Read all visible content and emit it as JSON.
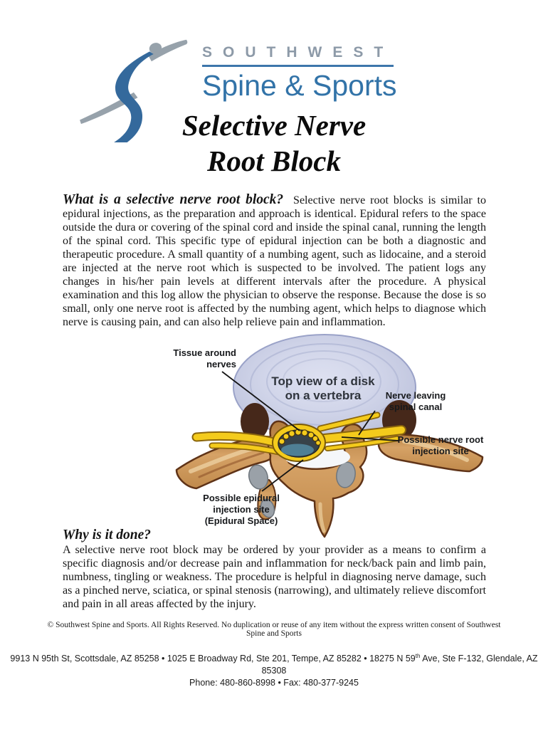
{
  "logo": {
    "brand_top": "SOUTHWEST",
    "brand_bottom": "Spine & Sports",
    "colors": {
      "figure_blue": "#34699c",
      "figure_gray": "#97a2ab",
      "brand_gray": "#8d9aa8",
      "brand_blue": "#3273a8",
      "underline_blue": "#3d76ab"
    }
  },
  "title": {
    "line1": "Selective Nerve",
    "line2": "Root Block"
  },
  "sections": [
    {
      "heading": "What is a selective nerve root block?",
      "body": "Selective nerve root blocks is similar to epidural injections, as the preparation and approach is identical.  Epidural refers to the space outside the dura or covering of the spinal cord and inside the spinal canal, running the length of the spinal cord. This specific type of epidural injection can be both a diagnostic and therapeutic procedure.  A small quantity of a numbing agent, such as lidocaine, and a steroid are injected at the nerve root which is suspected to be involved.  The patient logs any changes in his/her pain levels at different intervals after the procedure.  A physical examination and this log allow the physician to observe the response.  Because the dose is so small, only one nerve root is affected by the numbing agent, which helps to diagnose which nerve is causing pain, and can also help relieve pain and inflammation."
    },
    {
      "heading": "Why is it done?",
      "body": "A selective nerve root block may be ordered by your provider as a means to confirm a specific diagnosis and/or decrease pain and inflammation for neck/back pain and limb pain, numbness, tingling or weakness. The procedure is helpful in diagnosing nerve damage, such as a pinched nerve, sciatica, or spinal stenosis (narrowing), and ultimately relieve discomfort and pain in all areas affected by the injury."
    }
  ],
  "diagram": {
    "caption": "Top view of a disk\non a vertebra",
    "labels": {
      "tissue": "Tissue around\nnerves",
      "nerve_leaving": "Nerve leaving\nspinal canal",
      "nerve_root_site": "Possible nerve root\ninjection site",
      "epidural_site": "Possible epidural\ninjection site\n(Epidural Space)"
    },
    "colors": {
      "disk": "#c5cae1",
      "bone": "#cf9a5e",
      "nerve_yellow": "#f4cb1c",
      "canal_dark": "#37424a",
      "canal_teal": "#4f7f95"
    }
  },
  "footer": {
    "copyright": "© Southwest Spine and Sports. All Rights Reserved. No duplication or reuse of any item without the express written consent of Southwest Spine and Sports",
    "address_part1": "9913 N 95th St, Scottsdale, AZ 85258 • 1025 E Broadway Rd, Ste 201, Tempe, AZ 85282 • 18275 N 59",
    "address_sup": "th",
    "address_part2": " Ave, Ste F-132, Glendale, AZ  85308",
    "phone_fax": "Phone:  480-860-8998 • Fax:  480-377-9245"
  }
}
